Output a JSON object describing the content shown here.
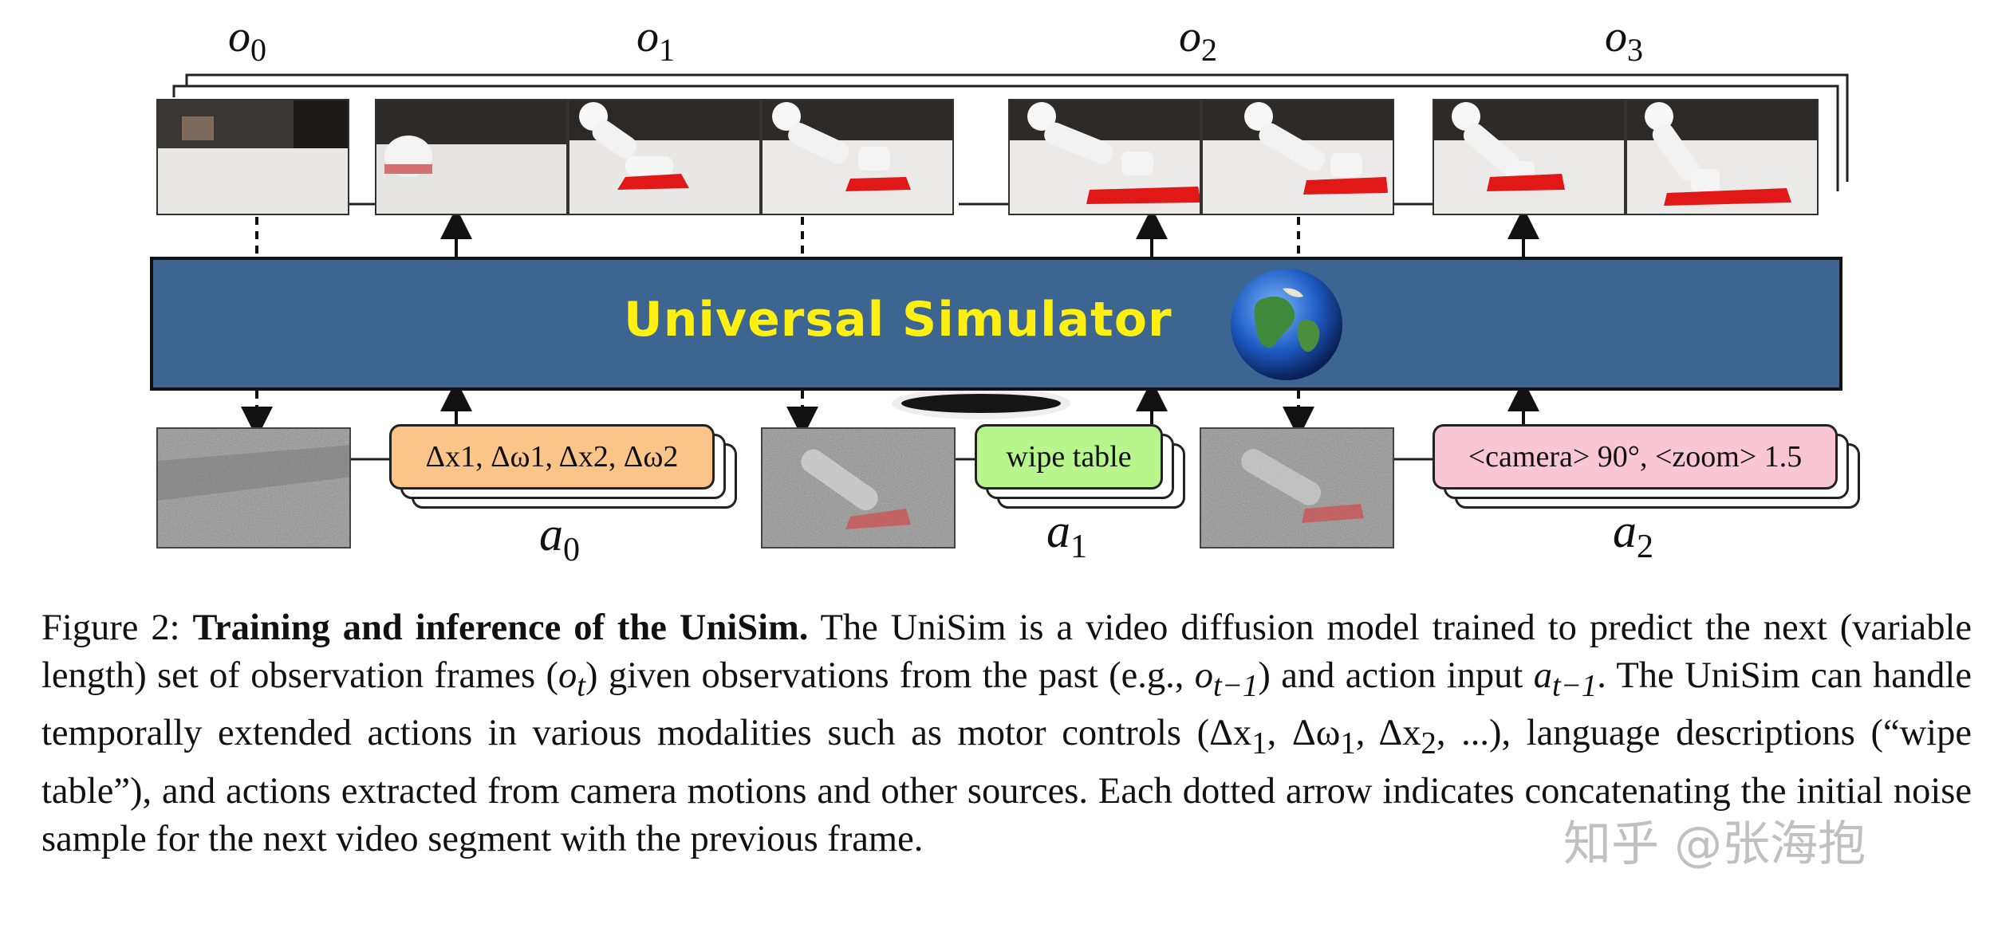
{
  "figure": {
    "observations": [
      {
        "symbol": "o",
        "index": "0"
      },
      {
        "symbol": "o",
        "index": "1"
      },
      {
        "symbol": "o",
        "index": "2"
      },
      {
        "symbol": "o",
        "index": "3"
      }
    ],
    "simulator_title": "Universal Simulator",
    "actions": [
      {
        "text": "Δx1, Δω1, Δx2, Δω2",
        "label_symbol": "a",
        "label_index": "0",
        "color": "#fbc58a"
      },
      {
        "text": "wipe table",
        "label_symbol": "a",
        "label_index": "1",
        "color": "#b8f58c"
      },
      {
        "text": "<camera> 90°, <zoom> 1.5",
        "label_symbol": "a",
        "label_index": "2",
        "color": "#f9c6d3"
      }
    ],
    "colors": {
      "box_fill": "#3c6591",
      "title_color": "#ffef12",
      "towel": "#e01818"
    }
  },
  "caption": {
    "prefix": "Figure 2: ",
    "bold": "Training and inference of the UniSim.",
    "line1": " The UniSim is a video diffusion model trained to predict the next (variable length) set of observation frames (",
    "ot": "o",
    "ot_sub": "t",
    "line2": ") given observations from the past (e.g., ",
    "otm1": "o",
    "otm1_sub": "t−1",
    "line3": ") and action input ",
    "atm1": "a",
    "atm1_sub": "t−1",
    "line4": ". The UniSim can handle temporally extended actions in various modalities such as motor controls (Δx",
    "mc_sub1": "1",
    "mc_mid1": ", Δω",
    "mc_sub2": "1",
    "mc_mid2": ", Δx",
    "mc_sub3": "2",
    "line5": ", ...), language descriptions (“wipe table”), and actions extracted from camera motions and other sources. Each dotted arrow indicates concatenating the initial noise sample for the next video segment with the previous frame."
  },
  "watermark": "知乎 @张海抱"
}
